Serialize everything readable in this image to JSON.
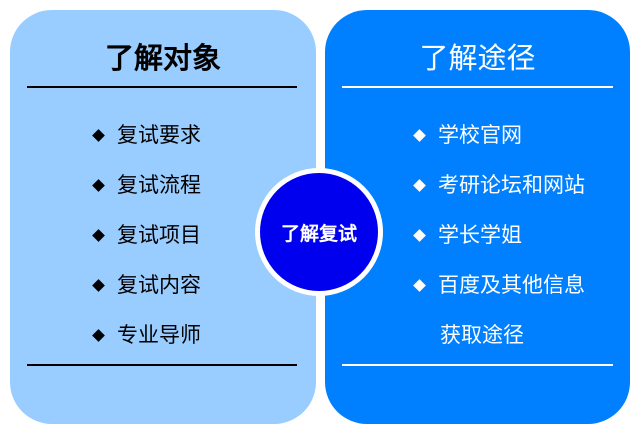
{
  "left": {
    "title": "了解对象",
    "items": [
      "复试要求",
      "复试流程",
      "复试项目",
      "复试内容",
      "专业导师"
    ]
  },
  "right": {
    "title": "了解途径",
    "items": [
      "学校官网",
      "考研论坛和网站",
      "学长学姐",
      "百度及其他信息"
    ],
    "continuation": "获取途径"
  },
  "center": {
    "label": "了解复试"
  },
  "colors": {
    "left_bg": "#99ccff",
    "right_bg": "#0080ff",
    "center_bg": "#0000ee"
  }
}
